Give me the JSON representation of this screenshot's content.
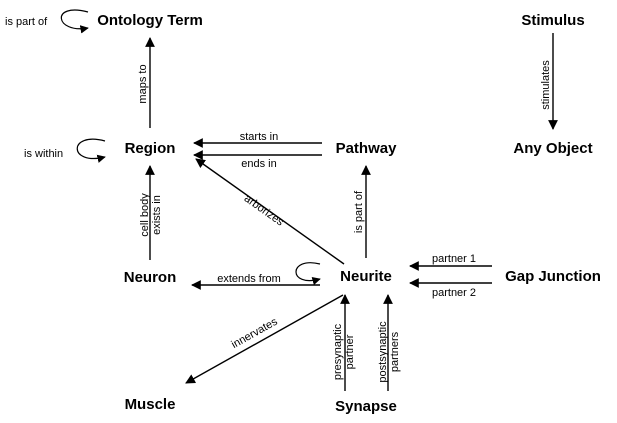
{
  "nodes": {
    "ontology_term": "Ontology Term",
    "stimulus": "Stimulus",
    "region": "Region",
    "pathway": "Pathway",
    "any_object": "Any Object",
    "neuron": "Neuron",
    "neurite": "Neurite",
    "gap_junction": "Gap Junction",
    "muscle": "Muscle",
    "synapse": "Synapse"
  },
  "edges": {
    "is_part_of_self": "is part of",
    "maps_to": "maps to",
    "stimulates": "stimulates",
    "is_within_self": "is within",
    "starts_in": "starts in",
    "ends_in": "ends in",
    "arborizes": "arborizes",
    "cell_body_exists_in_1": "cell body",
    "cell_body_exists_in_2": "exists in",
    "is_part_of": "is part of",
    "extends_from": "extends from",
    "partner_1": "partner 1",
    "partner_2": "partner 2",
    "innervates": "innervates",
    "presynaptic_1": "presynaptic",
    "presynaptic_2": "partner",
    "postsynaptic_1": "postsynaptic",
    "postsynaptic_2": "partners"
  }
}
